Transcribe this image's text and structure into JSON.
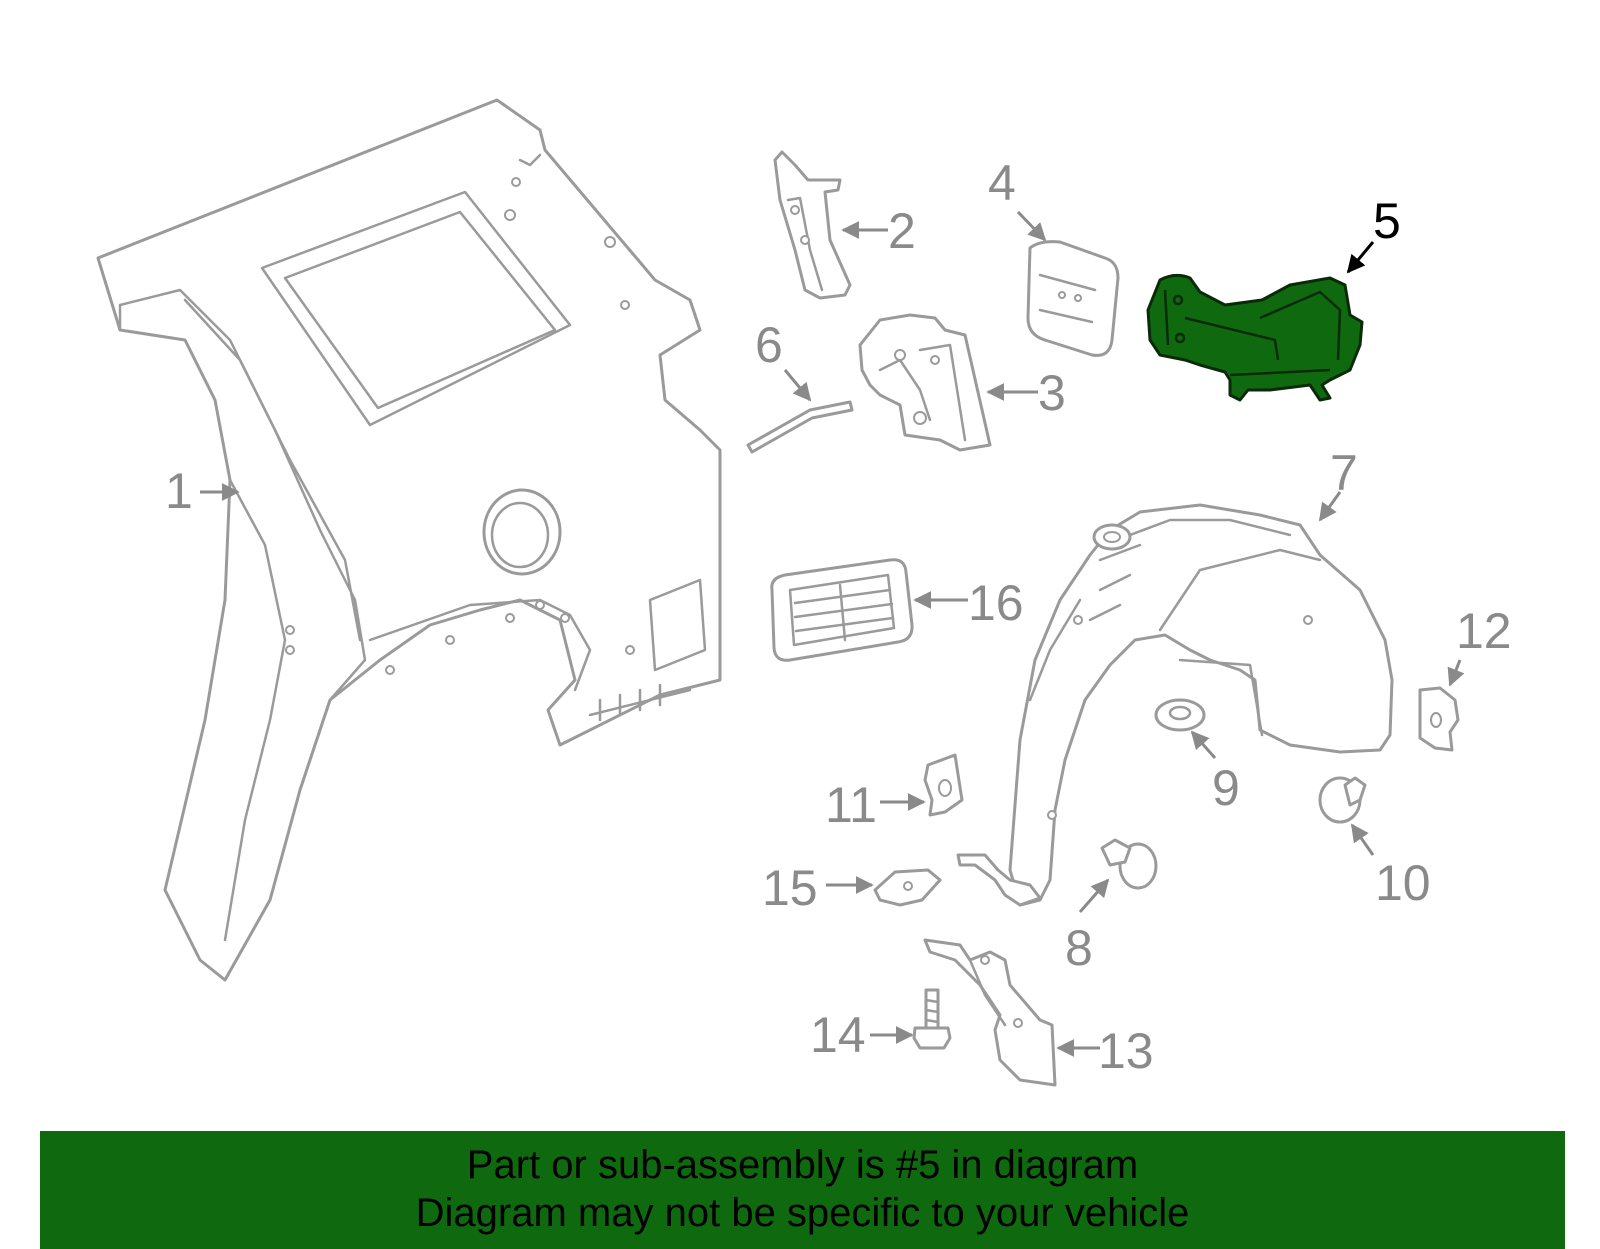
{
  "colors": {
    "highlight": "#0f6a0f",
    "linework": "#9a9a9a",
    "banner_background": "#0f6a0f",
    "banner_text": "#000000"
  },
  "highlighted_part": "5",
  "callouts": {
    "c1": "1",
    "c2": "2",
    "c3": "3",
    "c4": "4",
    "c5": "5",
    "c6": "6",
    "c7": "7",
    "c8": "8",
    "c9": "9",
    "c10": "10",
    "c11": "11",
    "c12": "12",
    "c13": "13",
    "c14": "14",
    "c15": "15",
    "c16": "16"
  },
  "banner": {
    "line1": "Part or sub-assembly is #5 in diagram",
    "line2": "Diagram may not be specific to your vehicle"
  }
}
